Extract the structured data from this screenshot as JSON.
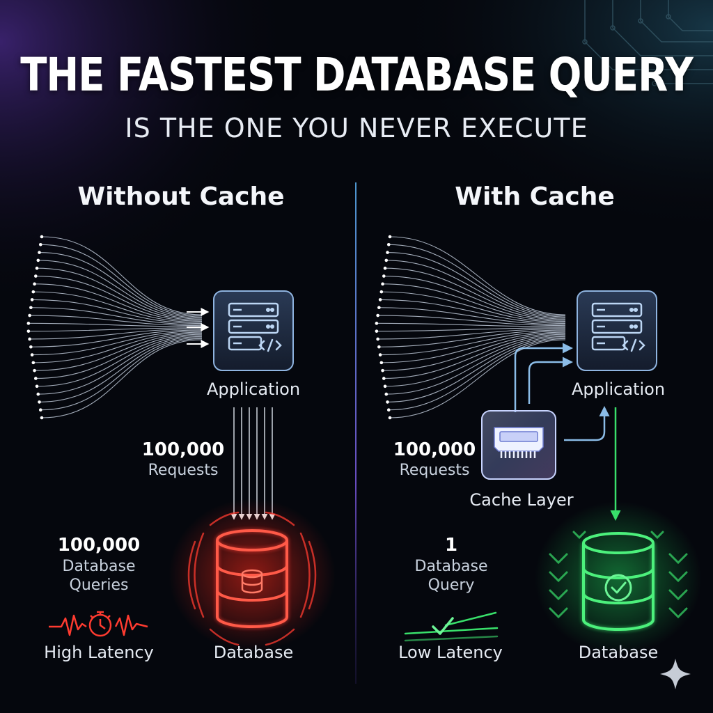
{
  "title": "THE FASTEST DATABASE QUERY",
  "subtitle": "IS THE ONE YOU NEVER EXECUTE",
  "left_panel": {
    "heading": "Without Cache",
    "app_label": "Application",
    "requests_count": "100,000",
    "requests_label": "Requests",
    "queries_count": "100,000",
    "queries_label_1": "Database",
    "queries_label_2": "Queries",
    "latency_label": "High Latency",
    "db_label": "Database"
  },
  "right_panel": {
    "heading": "With Cache",
    "app_label": "Application",
    "requests_count": "100,000",
    "requests_label": "Requests",
    "cache_label": "Cache Layer",
    "queries_count": "1",
    "queries_label_1": "Database",
    "queries_label_2": "Query",
    "latency_label": "Low Latency",
    "db_label": "Database"
  },
  "colors": {
    "background": "#05070d",
    "accent_blue": "#5aa8e8",
    "accent_purple": "#8a5cf0",
    "alert_red": "#ff3b30",
    "success_green": "#39e06b"
  },
  "icons": [
    "server-icon",
    "code-icon",
    "memory-chip-icon",
    "database-icon",
    "checkmark-icon",
    "stopwatch-icon",
    "sparkle-icon"
  ]
}
